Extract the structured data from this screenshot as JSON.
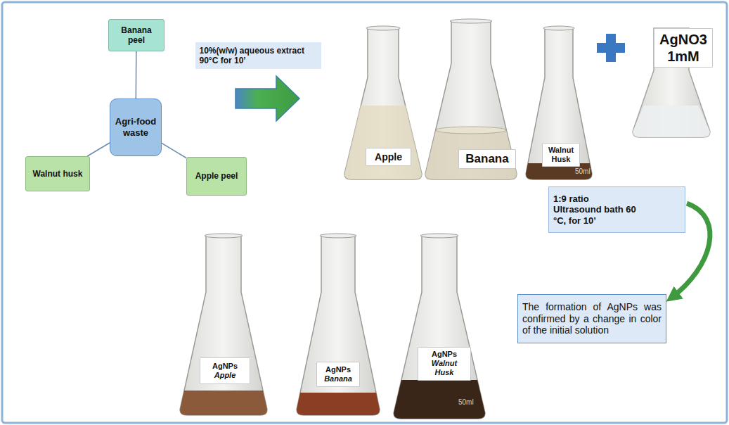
{
  "diagram": {
    "nodes": [
      {
        "text": [
          "Agri-food waste"
        ]
      },
      {
        "text": [
          "Banana peel"
        ]
      },
      {
        "text": [
          "Walnut husk"
        ]
      },
      {
        "text": [
          "Apple peel"
        ]
      },
      {
        "text": [
          "10%(w/w) aqueous extract 90°C for 10’"
        ]
      },
      {
        "text": [
          "Apple"
        ]
      },
      {
        "text": [
          "Banana"
        ]
      },
      {
        "text": [
          "Walnut Husk"
        ]
      },
      {
        "text": [
          "AgNO3 1mM"
        ]
      },
      {
        "text": [
          "1:9 ratio Ultrasound bath 60 °C, for 10’"
        ]
      },
      {
        "text": [
          "AgNPs",
          "Apple"
        ]
      },
      {
        "text": [
          "AgNPs",
          "Banana"
        ]
      },
      {
        "text": [
          "AgNPs",
          "Walnut Husk"
        ]
      },
      {
        "text": [
          "The formation of AgNPs was confirmed by a change in color of the initial solution"
        ]
      }
    ],
    "edges": [
      {
        "from": 0,
        "to": 1,
        "arrow": "none"
      },
      {
        "from": 0,
        "to": 2,
        "arrow": "none"
      },
      {
        "from": 0,
        "to": 3,
        "arrow": "none"
      },
      {
        "from": 9,
        "to": 13,
        "arrow": "to"
      }
    ],
    "labels": [
      "50ml",
      "50ml"
    ]
  }
}
